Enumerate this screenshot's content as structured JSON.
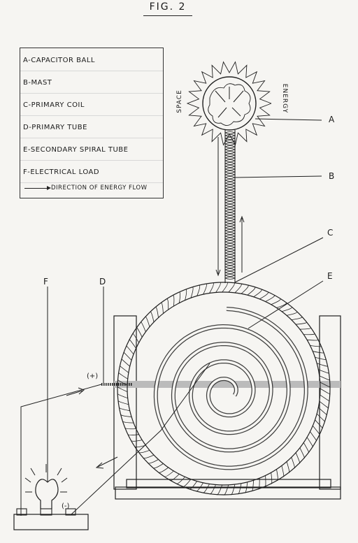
{
  "figure_title": "FIG. 2",
  "legend": [
    {
      "key": "A",
      "text": "A-Capacitor ball"
    },
    {
      "key": "B",
      "text": "B-Mast"
    },
    {
      "key": "C",
      "text": "C-Primary coil"
    },
    {
      "key": "D",
      "text": "D-Primary tube"
    },
    {
      "key": "E",
      "text": "E-Secondary spiral tube"
    },
    {
      "key": "F",
      "text": "F-Electrical load"
    }
  ],
  "legend_flow": "Direction of energy flow",
  "labels": {
    "a": "A",
    "b": "B",
    "c": "C",
    "d": "D",
    "e": "E",
    "f": "F",
    "space": "SPACE",
    "energy": "ENERGY",
    "plus": "(+)",
    "minus": "(-)"
  },
  "colors": {
    "ink": "#1f1f1f",
    "paper": "#f6f5f2"
  }
}
